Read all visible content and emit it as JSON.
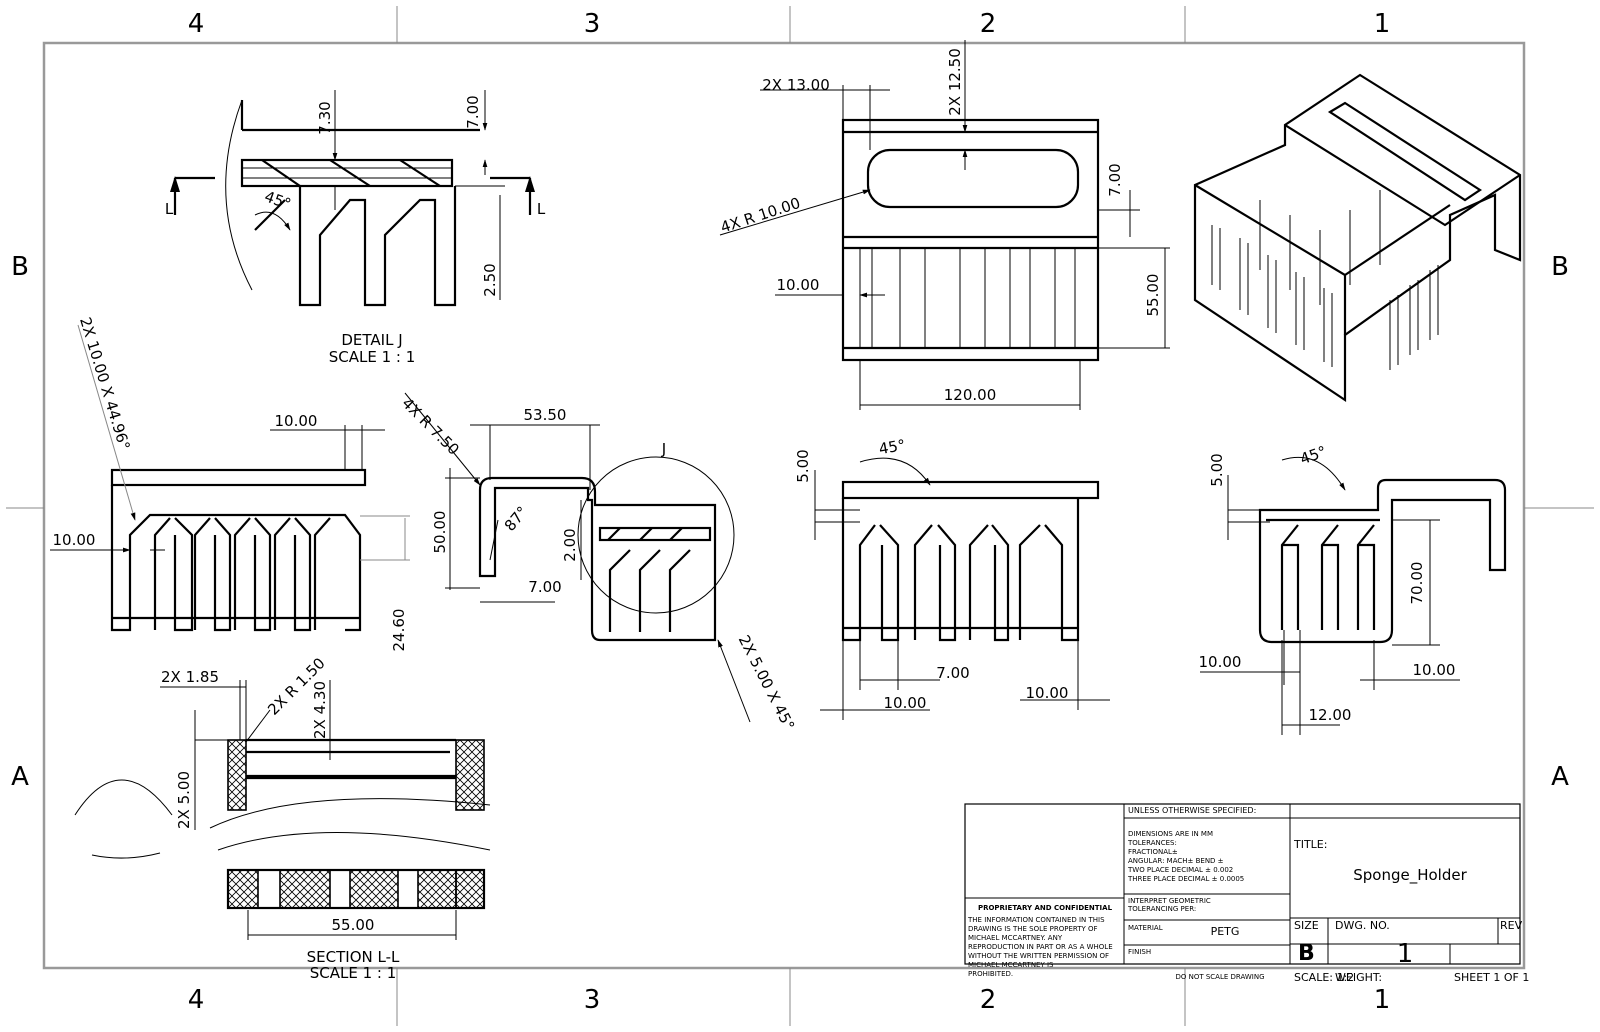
{
  "sheet": {
    "columns": [
      "4",
      "3",
      "2",
      "1"
    ],
    "rows": [
      "B",
      "A"
    ]
  },
  "views": {
    "detail_j": {
      "title": "DETAIL J",
      "scale": "SCALE 1 : 1",
      "dims": [
        "7.30",
        "7.00",
        "45°",
        "2.50"
      ],
      "cut_label": "L"
    },
    "section_ll": {
      "title": "SECTION L-L",
      "scale": "SCALE 1 : 1",
      "dims": [
        "2X 1.85",
        "2X R 1.50",
        "2X 4.30",
        "2X 5.00",
        "55.00"
      ]
    },
    "left_view": {
      "dims": [
        "2X 10.00 X 44.96°",
        "10.00",
        "10.00",
        "24.60"
      ]
    },
    "side_view": {
      "dims": [
        "4X R 7.50",
        "53.50",
        "50.00",
        "87°",
        "2.00",
        "7.00",
        "2X 5.00 X 45°"
      ],
      "detail_label": "J"
    },
    "top_view": {
      "dims": [
        "2X 13.00",
        "2X 12.50",
        "4X R 10.00",
        "7.00",
        "10.00",
        "55.00",
        "120.00"
      ]
    },
    "front_view": {
      "dims": [
        "5.00",
        "45°",
        "7.00",
        "10.00",
        "10.00"
      ]
    },
    "right_view": {
      "dims": [
        "5.00",
        "45°",
        "70.00",
        "10.00",
        "10.00",
        "12.00"
      ]
    }
  },
  "title_block": {
    "unless": "UNLESS OTHERWISE SPECIFIED:",
    "tolerances": [
      "DIMENSIONS ARE IN MM",
      "TOLERANCES:",
      "FRACTIONAL±",
      "ANGULAR: MACH±    BEND ±",
      "TWO PLACE DECIMAL    ± 0.002",
      "THREE PLACE DECIMAL   ± 0.0005"
    ],
    "geometric": [
      "INTERPRET GEOMETRIC",
      "TOLERANCING PER:"
    ],
    "material_label": "MATERIAL",
    "material": "PETG",
    "finish_label": "FINISH",
    "no_scale": "DO NOT SCALE DRAWING",
    "proprietary_title": "PROPRIETARY AND CONFIDENTIAL",
    "proprietary_lines": [
      "THE INFORMATION CONTAINED IN THIS",
      "DRAWING IS THE SOLE PROPERTY OF",
      "MICHAEL MCCARTNEY. ANY",
      "REPRODUCTION IN PART OR AS A WHOLE",
      "WITHOUT THE WRITTEN PERMISSION OF",
      "MICHAEL MCCARTNEY IS",
      "PROHIBITED."
    ],
    "title_label": "TITLE:",
    "title": "Sponge_Holder",
    "size_label": "SIZE",
    "size": "B",
    "dwg_no_label": "DWG.  NO.",
    "dwg_no": "1",
    "rev_label": "REV",
    "scale": "SCALE: 1:2",
    "weight": "WEIGHT:",
    "sheet": "SHEET 1 OF 1"
  }
}
